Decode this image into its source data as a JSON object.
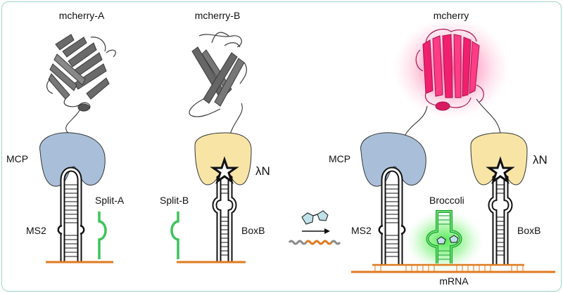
{
  "labels": {
    "mcherry_a": "mcherry-A",
    "mcherry_b": "mcherry-B",
    "mcherry": "mcherry",
    "mcp_left": "MCP",
    "mcp_right": "MCP",
    "lambda_n_left": "λN",
    "lambda_n_right": "λN",
    "ms2_left": "MS2",
    "ms2_right": "MS2",
    "split_a": "Split-A",
    "split_b": "Split-B",
    "boxb_left": "BoxB",
    "boxb_right": "BoxB",
    "broccoli": "Broccoli",
    "mrna": "mRNA"
  },
  "colors": {
    "frame_border": "#9fd3c7",
    "mcp_fill": "#a9bfd9",
    "lambda_n_fill": "#f8e5a6",
    "rna_orange": "#e07a1f",
    "split_green": "#3bc45a",
    "glow_green": "#45e84a",
    "mcherry_pink": "#f0206f",
    "protein_grey": "#5a5a5a",
    "dye_blue": "#bfe1ea"
  }
}
